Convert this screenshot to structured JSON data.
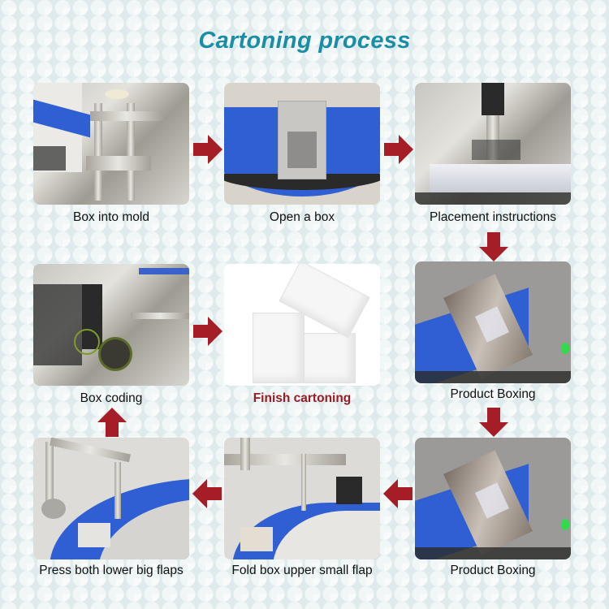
{
  "title": "Cartoning process",
  "colors": {
    "title": "#1a8ea6",
    "arrow": "#a51d27",
    "finish_caption": "#9a1b24",
    "background": "#dfeaec"
  },
  "steps": [
    {
      "id": 1,
      "label": "Box into mold",
      "image": "machine-box-mold-photo"
    },
    {
      "id": 2,
      "label": "Open a box",
      "image": "open-box-on-blue-belt-photo"
    },
    {
      "id": 3,
      "label": "Placement instructions",
      "image": "leaflet-placement-photo"
    },
    {
      "id": 4,
      "label": "Product Boxing",
      "image": "product-boxing-photo"
    },
    {
      "id": 5,
      "label": "Product Boxing",
      "image": "product-boxing-photo"
    },
    {
      "id": 6,
      "label": "Fold box upper small flap",
      "image": "fold-upper-flap-photo"
    },
    {
      "id": 7,
      "label": "Press both lower big flaps",
      "image": "press-lower-flaps-photo"
    },
    {
      "id": 8,
      "label": "Box coding",
      "image": "box-coding-photo"
    },
    {
      "id": 9,
      "label": "Finish cartoning",
      "image": "white-boxes-photo",
      "highlight": true
    }
  ],
  "arrows": [
    {
      "from": 1,
      "to": 2,
      "direction": "right"
    },
    {
      "from": 2,
      "to": 3,
      "direction": "right"
    },
    {
      "from": 3,
      "to": 4,
      "direction": "down"
    },
    {
      "from": 4,
      "to": 5,
      "direction": "down"
    },
    {
      "from": 5,
      "to": 6,
      "direction": "left"
    },
    {
      "from": 6,
      "to": 7,
      "direction": "left"
    },
    {
      "from": 7,
      "to": 8,
      "direction": "up"
    },
    {
      "from": 8,
      "to": 9,
      "direction": "right"
    }
  ]
}
